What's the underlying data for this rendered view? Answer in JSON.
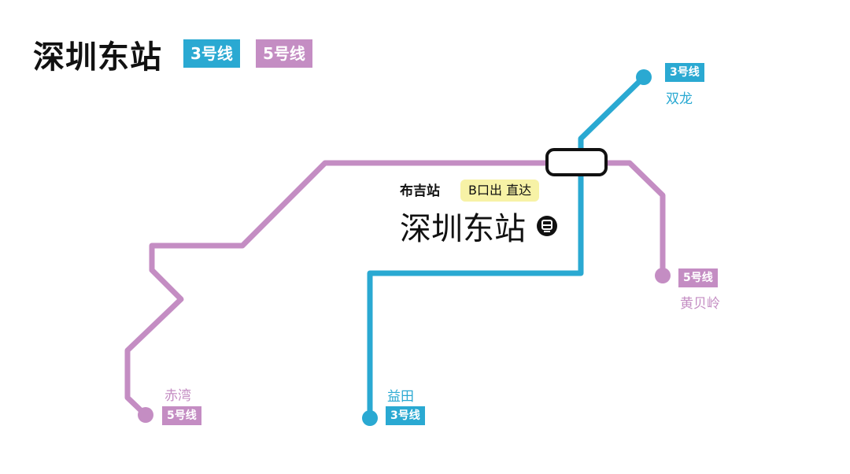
{
  "header": {
    "title": "深圳东站",
    "legend": [
      {
        "label": "3号线",
        "color": "#2aa9d2"
      },
      {
        "label": "5号线",
        "color": "#c48dc3"
      }
    ]
  },
  "station": {
    "name": "深圳东站",
    "bus_stop": "布吉站",
    "exit_note": "B口出 直达",
    "icon": "metro-icon"
  },
  "terminals": {
    "shuanglong": {
      "name": "双龙",
      "line": "3号线"
    },
    "yitian": {
      "name": "益田",
      "line": "3号线"
    },
    "huangbeiling": {
      "name": "黄贝岭",
      "line": "5号线"
    },
    "chiwan": {
      "name": "赤湾",
      "line": "5号线"
    }
  },
  "colors": {
    "line3": "#2aa9d2",
    "line5": "#c48dc3",
    "interchange_fill": "#ffffff",
    "interchange_stroke": "#111111"
  }
}
